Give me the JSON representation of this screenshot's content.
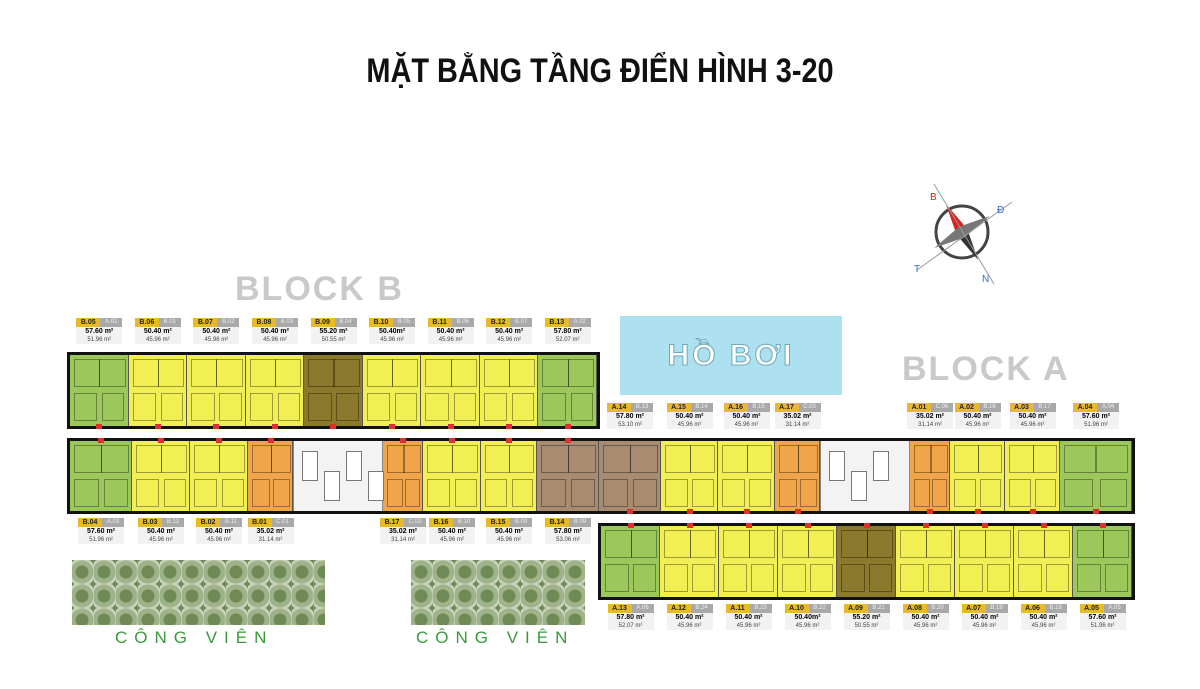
{
  "title": "MẶT BẰNG TẦNG ĐIỂN HÌNH 3-20",
  "block_b": "BLOCK B",
  "block_a": "BLOCK A",
  "pool": "HỒ BƠI",
  "park": "CÔNG VIÊN",
  "compass": {
    "n": "B",
    "e": "Đ",
    "s": "N",
    "w": "T"
  },
  "colors": {
    "green": "#9cc75a",
    "yellow": "#f2ef55",
    "orange": "#f1a54b",
    "brown": "#a88c72",
    "olive": "#8c7a2c"
  },
  "b_top": [
    {
      "code": "B.05",
      "sub": "A.01",
      "area": "57.60 m²",
      "sarea": "51.96 m²",
      "type": "green"
    },
    {
      "code": "B.06",
      "sub": "B.01",
      "area": "50.40 m²",
      "sarea": "45.96 m²",
      "type": "yellow"
    },
    {
      "code": "B.07",
      "sub": "B.02",
      "area": "50.40 m²",
      "sarea": "45.96 m²",
      "type": "yellow"
    },
    {
      "code": "B.08",
      "sub": "B.03",
      "area": "50.40 m²",
      "sarea": "45.96 m²",
      "type": "yellow"
    },
    {
      "code": "B.09",
      "sub": "B.04",
      "area": "55.20 m²",
      "sarea": "50.55 m²",
      "type": "olive"
    },
    {
      "code": "B.10",
      "sub": "B.05",
      "area": "50.40m²",
      "sarea": "45.96 m²",
      "type": "yellow"
    },
    {
      "code": "B.11",
      "sub": "B.06",
      "area": "50.40 m²",
      "sarea": "45.96 m²",
      "type": "yellow"
    },
    {
      "code": "B.12",
      "sub": "B.07",
      "area": "50.40 m²",
      "sarea": "45.96 m²",
      "type": "yellow"
    },
    {
      "code": "B.13",
      "sub": "A.02",
      "area": "57.80 m²",
      "sarea": "52.07 m²",
      "type": "green"
    }
  ],
  "b_bottom": [
    {
      "code": "B.04",
      "sub": "A.03",
      "area": "57.60 m²",
      "sarea": "51.96 m²",
      "type": "green"
    },
    {
      "code": "B.03",
      "sub": "B.12",
      "area": "50.40 m²",
      "sarea": "45.96 m²",
      "type": "yellow"
    },
    {
      "code": "B.02",
      "sub": "B.11",
      "area": "50.40 m²",
      "sarea": "45.96 m²",
      "type": "yellow"
    },
    {
      "code": "B.01",
      "sub": "C.01",
      "area": "35.02 m²",
      "sarea": "31.14 m²",
      "type": "orange"
    },
    {
      "code": "B.17",
      "sub": "C.02",
      "area": "35.02 m²",
      "sarea": "31.14 m²",
      "type": "orange"
    },
    {
      "code": "B.16",
      "sub": "B.10",
      "area": "50.40 m²",
      "sarea": "45.96 m²",
      "type": "yellow"
    },
    {
      "code": "B.15",
      "sub": "B.09",
      "area": "50.40 m²",
      "sarea": "45.96 m²",
      "type": "yellow"
    },
    {
      "code": "B.14",
      "sub": "B.09",
      "area": "57.80 m²",
      "sarea": "53.06 m²",
      "type": "brown"
    }
  ],
  "a_top": [
    {
      "code": "A.14",
      "sub": "B.13",
      "area": "57.80 m²",
      "sarea": "53.10 m²",
      "type": "brown"
    },
    {
      "code": "A.15",
      "sub": "B.14",
      "area": "50.40 m²",
      "sarea": "45.96 m²",
      "type": "yellow"
    },
    {
      "code": "A.16",
      "sub": "B.15",
      "area": "50.40 m²",
      "sarea": "45.96 m²",
      "type": "yellow"
    },
    {
      "code": "A.17",
      "sub": "C.03",
      "area": "35.02 m²",
      "sarea": "31.14 m²",
      "type": "orange"
    },
    {
      "code": "A.01",
      "sub": "C.06",
      "area": "35.02 m²",
      "sarea": "31.14 m²",
      "type": "orange"
    },
    {
      "code": "A.02",
      "sub": "B.16",
      "area": "50.40 m²",
      "sarea": "45.96 m²",
      "type": "yellow"
    },
    {
      "code": "A.03",
      "sub": "B.17",
      "area": "50.40 m²",
      "sarea": "45.96 m²",
      "type": "yellow"
    },
    {
      "code": "A.04",
      "sub": "A.04",
      "area": "57.60 m²",
      "sarea": "51.96 m²",
      "type": "green"
    }
  ],
  "a_bottom": [
    {
      "code": "A.13",
      "sub": "A.06",
      "area": "57.80 m²",
      "sarea": "52.07 m²",
      "type": "green"
    },
    {
      "code": "A.12",
      "sub": "B.24",
      "area": "50.40 m²",
      "sarea": "45.96 m²",
      "type": "yellow"
    },
    {
      "code": "A.11",
      "sub": "B.23",
      "area": "50.40 m²",
      "sarea": "45.96 m²",
      "type": "yellow"
    },
    {
      "code": "A.10",
      "sub": "B.22",
      "area": "50.40m²",
      "sarea": "45.96 m²",
      "type": "yellow"
    },
    {
      "code": "A.09",
      "sub": "B.21",
      "area": "55.20 m²",
      "sarea": "50.55 m²",
      "type": "olive"
    },
    {
      "code": "A.08",
      "sub": "B.20",
      "area": "50.40 m²",
      "sarea": "45.96 m²",
      "type": "yellow"
    },
    {
      "code": "A.07",
      "sub": "B.19",
      "area": "50.40 m²",
      "sarea": "45.96 m²",
      "type": "yellow"
    },
    {
      "code": "A.06",
      "sub": "B.18",
      "area": "50.40 m²",
      "sarea": "45.96 m²",
      "type": "yellow"
    },
    {
      "code": "A.05",
      "sub": "A.05",
      "area": "57.60 m²",
      "sarea": "51.96 m²",
      "type": "green"
    }
  ]
}
